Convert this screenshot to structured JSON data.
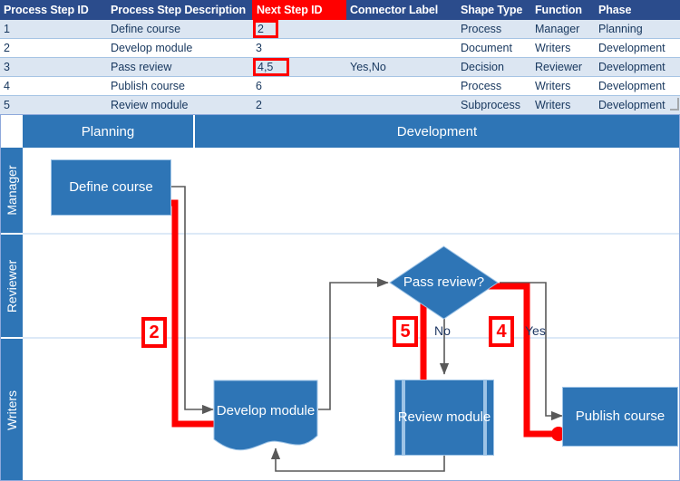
{
  "table": {
    "columns": [
      {
        "label": "Process Step ID",
        "highlight": false
      },
      {
        "label": "Process Step Description",
        "highlight": false
      },
      {
        "label": "Next Step ID",
        "highlight": true
      },
      {
        "label": "Connector Label",
        "highlight": false
      },
      {
        "label": "Shape Type",
        "highlight": false
      },
      {
        "label": "Function",
        "highlight": false
      },
      {
        "label": "Phase",
        "highlight": false
      }
    ],
    "rows": [
      {
        "id": "1",
        "description": "Define course",
        "next": "2",
        "connector": "",
        "shape": "Process",
        "function": "Manager",
        "phase": "Planning",
        "next_boxed": true
      },
      {
        "id": "2",
        "description": "Develop module",
        "next": "3",
        "connector": "",
        "shape": "Document",
        "function": "Writers",
        "phase": "Development",
        "next_boxed": false
      },
      {
        "id": "3",
        "description": "Pass review",
        "next": "4,5",
        "connector": "Yes,No",
        "shape": "Decision",
        "function": "Reviewer",
        "phase": "Development",
        "next_boxed": true
      },
      {
        "id": "4",
        "description": "Publish course",
        "next": "6",
        "connector": "",
        "shape": "Process",
        "function": "Writers",
        "phase": "Development",
        "next_boxed": false
      },
      {
        "id": "5",
        "description": "Review module",
        "next": "2",
        "connector": "",
        "shape": "Subprocess",
        "function": "Writers",
        "phase": "Development",
        "next_boxed": false
      }
    ]
  },
  "diagram": {
    "phases": [
      {
        "label": "Planning"
      },
      {
        "label": "Development"
      }
    ],
    "lanes": [
      {
        "label": "Manager"
      },
      {
        "label": "Reviewer"
      },
      {
        "label": "Writers"
      }
    ],
    "shapes": [
      {
        "key": "define",
        "label": "Define course",
        "type": "process"
      },
      {
        "key": "pass",
        "label": "Pass review?",
        "type": "decision"
      },
      {
        "key": "develop",
        "label": "Develop module",
        "type": "document"
      },
      {
        "key": "review",
        "label": "Review module",
        "type": "subprocess"
      },
      {
        "key": "publish",
        "label": "Publish course",
        "type": "process"
      }
    ],
    "edge_labels": [
      {
        "key": "no",
        "text": "No"
      },
      {
        "key": "yes",
        "text": "Yes"
      }
    ],
    "callouts": [
      {
        "key": "c2",
        "text": "2"
      },
      {
        "key": "c5",
        "text": "5"
      },
      {
        "key": "c4",
        "text": "4"
      }
    ]
  },
  "colors": {
    "header_blue": "#2B4C8C",
    "highlight_red": "#FF0000",
    "shape_blue": "#2E75B6",
    "row_stripe": "#DCE6F2",
    "lane_border": "#DCE9F7",
    "connector_gray": "#595959"
  }
}
